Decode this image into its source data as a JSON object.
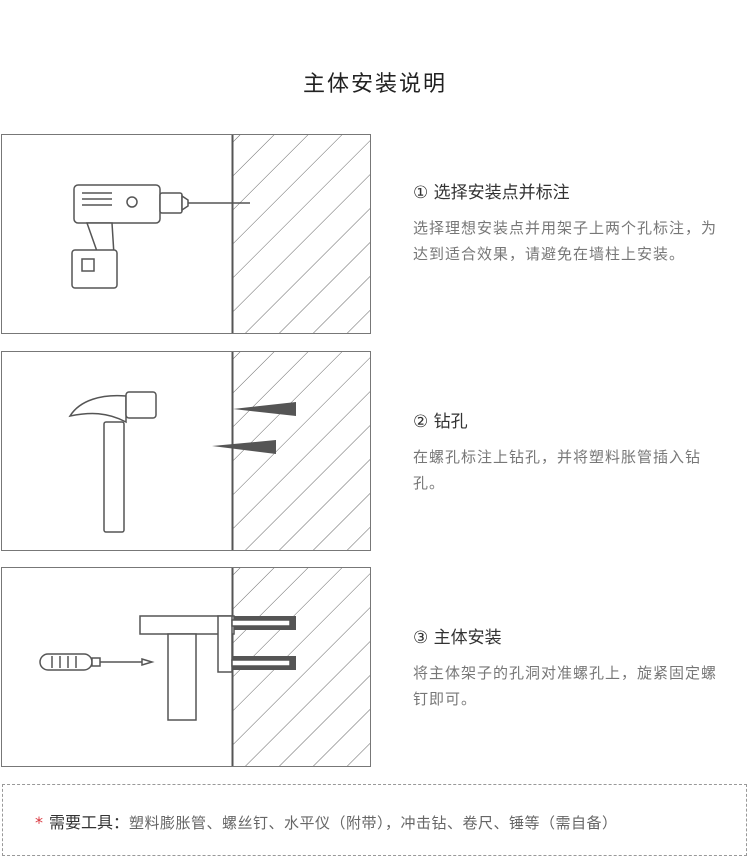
{
  "title": "主体安装说明",
  "steps": [
    {
      "title": "① 选择安装点并标注",
      "desc": "选择理想安装点并用架子上两个孔标注，为达到适合效果，请避免在墙柱上安装。"
    },
    {
      "title": "② 钻孔",
      "desc": "在螺孔标注上钻孔，并将塑料胀管插入钻孔。"
    },
    {
      "title": "③ 主体安装",
      "desc": "将主体架子的孔洞对准螺孔上，旋紧固定螺钉即可。"
    }
  ],
  "tools": {
    "star": "*",
    "label": "需要工具：",
    "list": "塑料膨胀管、螺丝钉、水平仪（附带），冲击钻、卷尺、锤等（需自备）"
  },
  "colors": {
    "accent": "#d9363e",
    "line": "#555555"
  },
  "icons": [
    "drill-icon",
    "hammer-icon",
    "screwdriver-icon",
    "shelf-bracket-icon"
  ]
}
